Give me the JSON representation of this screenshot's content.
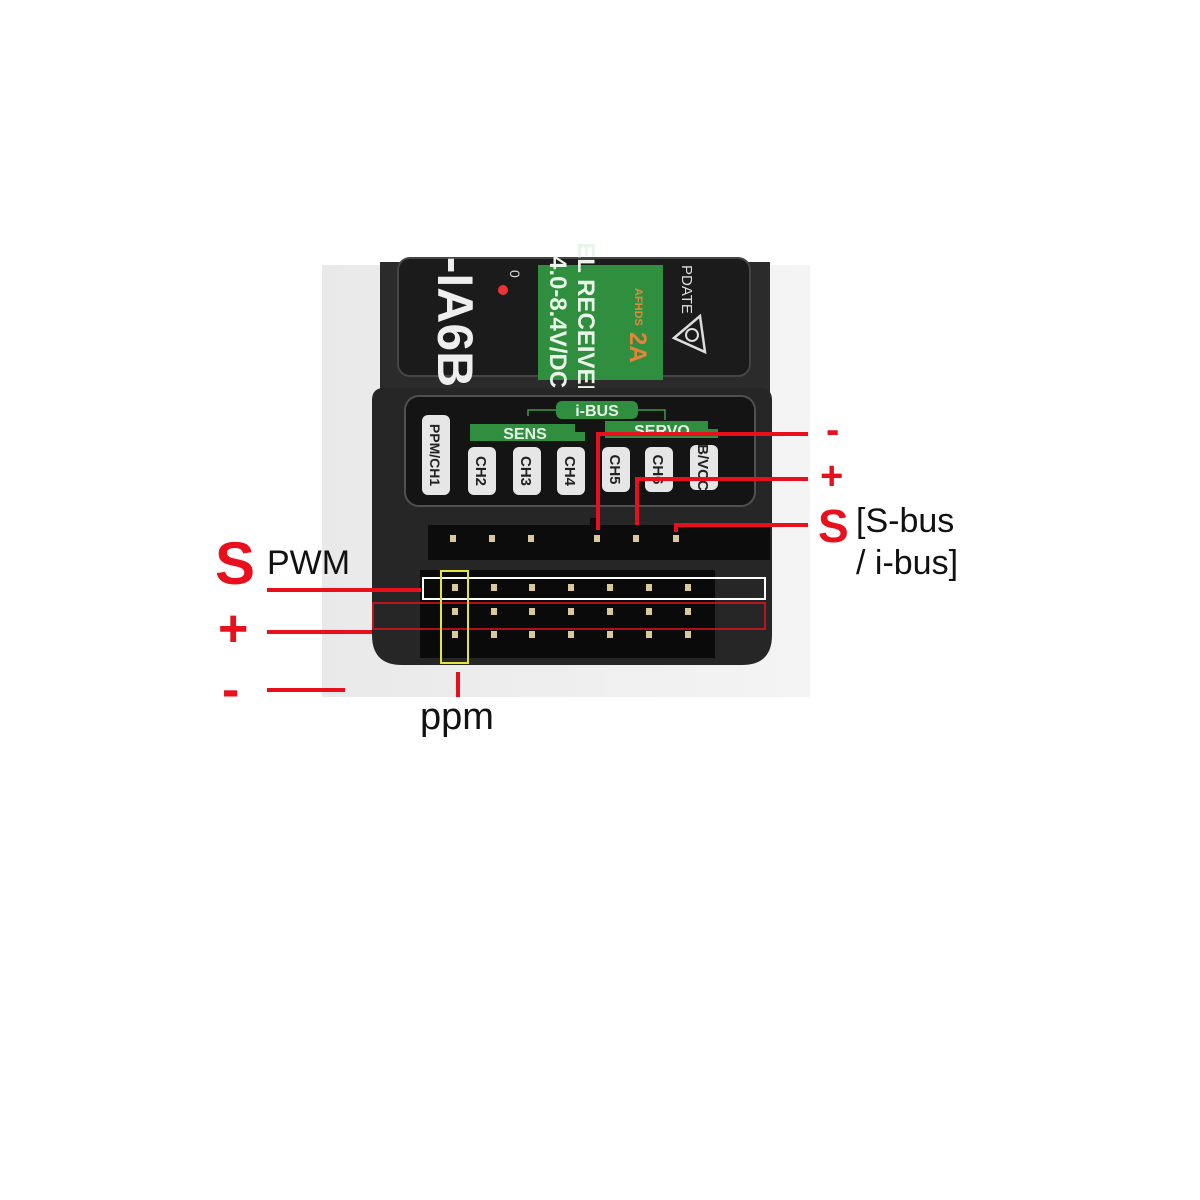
{
  "device": {
    "model": "-IA6B",
    "led_side_text": "0",
    "voltage": "4.0-8.4V/DC",
    "type_line": "EL RECEIVER",
    "protocol": "AFHDS",
    "protocol_version": "2A",
    "update_label": "PDATE",
    "bus_label": "i-BUS",
    "group_sens": "SENS",
    "group_servo": "SERVO",
    "channels": [
      "PPM/CH1",
      "CH2",
      "CH3",
      "CH4",
      "CH5",
      "CH6",
      "B/VCC"
    ]
  },
  "annotations": {
    "right_minus": "-",
    "right_plus": "+",
    "right_signal": "S",
    "right_bus_line1": "[S-bus",
    "right_bus_line2": "/ i-bus]",
    "left_signal": "S",
    "left_pwm": "PWM",
    "left_plus": "+",
    "left_minus": "-",
    "ppm": "ppm"
  },
  "colors": {
    "annotation_red": "#e8101c",
    "label_green": "#2f8f3f",
    "ppm_highlight": "#e4e43a",
    "signal_row_box": "#ffffff"
  }
}
